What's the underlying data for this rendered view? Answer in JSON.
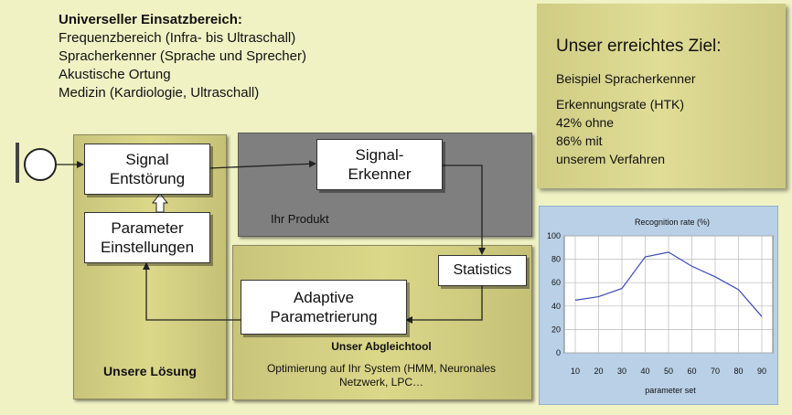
{
  "intro": {
    "heading": "Universeller Einsatzbereich:",
    "lines": [
      "Frequenzbereich (Infra- bis Ultraschall)",
      "Spracherkenner (Sprache und Sprecher)",
      "Akustische Ortung",
      "Medizin (Kardiologie, Ultraschall)"
    ]
  },
  "boxes": {
    "signal_entstoerung": [
      "Signal",
      "Entstörung"
    ],
    "parameter_einstellungen": [
      "Parameter",
      "Einstellungen"
    ],
    "signal_erkenner": [
      "Signal-",
      "Erkenner"
    ],
    "statistics": "Statistics",
    "adaptive": [
      "Adaptive",
      "Parametrierung"
    ]
  },
  "labels": {
    "ihr_produkt": "Ihr Produkt",
    "unsere_loesung": "Unsere Lösung",
    "abgleichtool": "Unser Abgleichtool",
    "optimierung": [
      "Optimierung auf Ihr System (HMM, Neuronales",
      "Netzwerk, LPC…"
    ]
  },
  "ziel": {
    "title": "Unser erreichtes Ziel:",
    "example": "Beispiel Spracherkenner",
    "lines": [
      "Erkennungsrate (HTK)",
      "42% ohne",
      "86% mit",
      "unserem Verfahren"
    ]
  },
  "chart_data": {
    "type": "line",
    "title": "Recognition rate (%)",
    "xlabel": "parameter set",
    "ylabel": "",
    "x": [
      10,
      20,
      30,
      40,
      50,
      60,
      70,
      80,
      90
    ],
    "series": [
      {
        "values": [
          45,
          48,
          55,
          82,
          86,
          74,
          65,
          54,
          31
        ]
      }
    ],
    "ylim": [
      0,
      100
    ],
    "yticks": [
      0,
      20,
      40,
      60,
      80,
      100
    ],
    "grid": true,
    "colors": {
      "line": "#3b4bb5",
      "plot_bg": "#ffffff",
      "frame_bg": "#b9d0e6"
    }
  }
}
